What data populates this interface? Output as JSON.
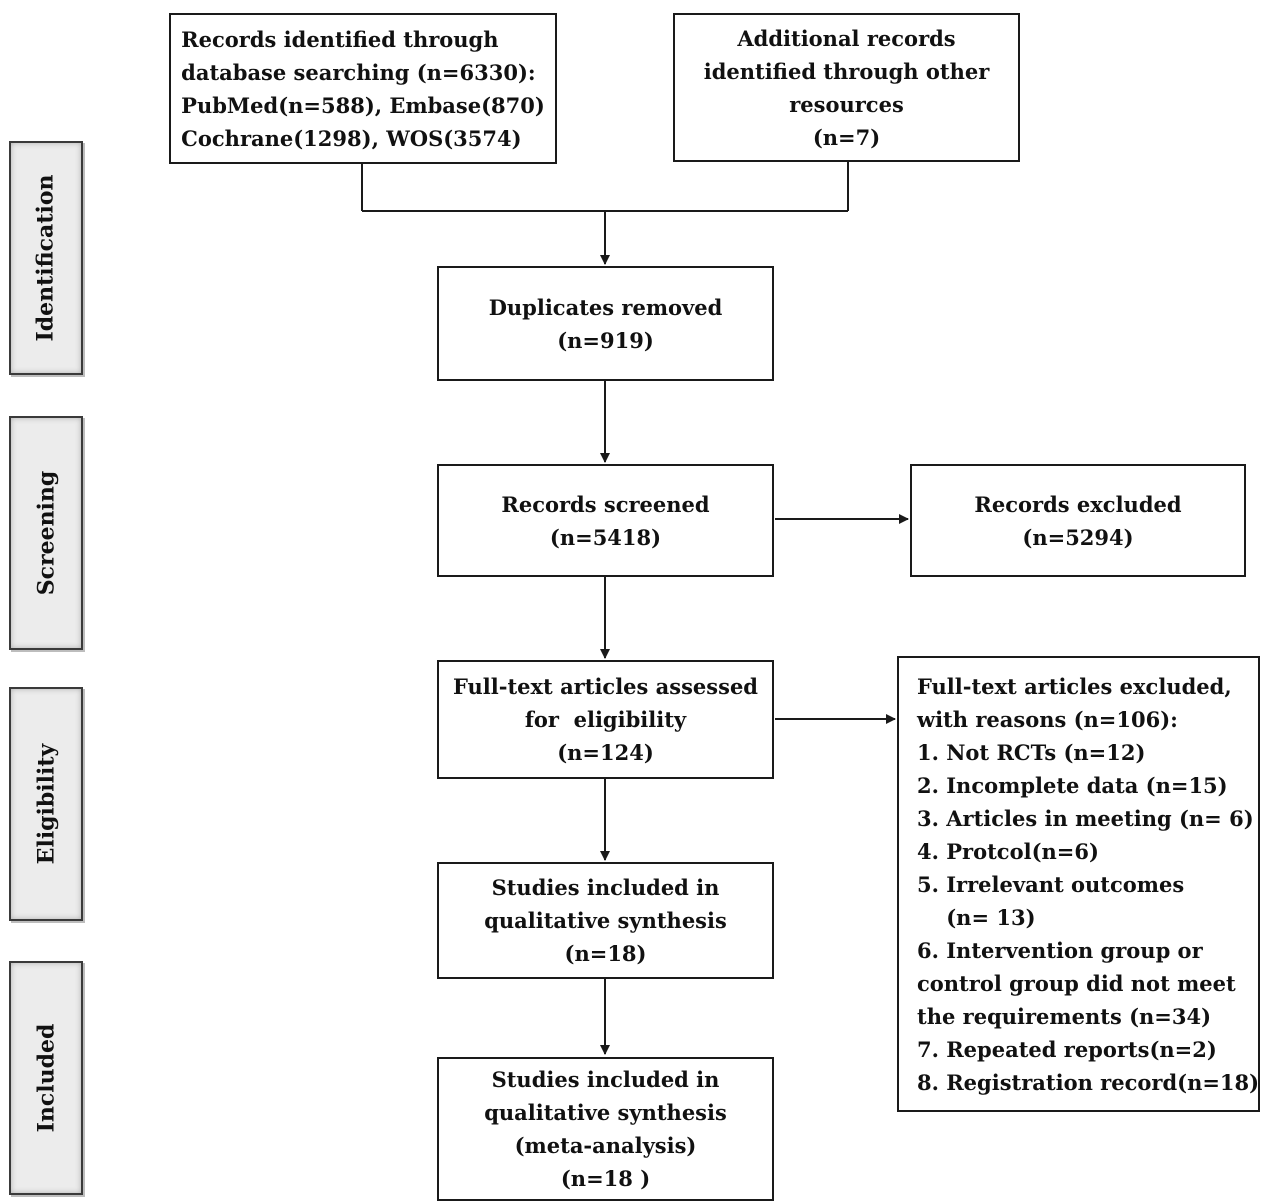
{
  "phases": {
    "identification": "Identification",
    "screening": "Screening",
    "eligibility": "Eligibility",
    "included": "Included"
  },
  "boxes": {
    "database_search": [
      "Records identified through",
      "database searching (n=6330):",
      "PubMed(n=588), Embase(870)",
      "Cochrane(1298), WOS(3574)"
    ],
    "other_resources": [
      "Additional records",
      "identified through other",
      "resources",
      "(n=7)"
    ],
    "duplicates_removed": [
      "Duplicates removed",
      "(n=919)"
    ],
    "records_screened": [
      "Records screened",
      "(n=5418)"
    ],
    "records_excluded": [
      "Records excluded",
      "(n=5294)"
    ],
    "fulltext_assessed": [
      "Full-text articles assessed",
      "for  eligibility",
      "(n=124)"
    ],
    "fulltext_excluded": [
      "Full-text articles excluded,",
      "with reasons (n=106):",
      "1. Not RCTs (n=12)",
      "2. Incomplete data (n=15)",
      "3. Articles in meeting (n= 6)",
      "4. Protcol(n=6)",
      "5. Irrelevant outcomes",
      "    (n= 13)",
      "6. Intervention group or",
      "control group did not meet",
      "the requirements (n=34)",
      "7. Repeated reports(n=2)",
      "8. Registration record(n=18)"
    ],
    "qualitative_synthesis": [
      "Studies included in",
      "qualitative synthesis",
      "(n=18)"
    ],
    "meta_analysis": [
      "Studies included in",
      "qualitative synthesis",
      "(meta-analysis)",
      "(n=18 )"
    ]
  },
  "colors": {
    "border": "#1a1a1a",
    "phase_fill": "#ececec",
    "arrow": "#1a1a1a"
  }
}
